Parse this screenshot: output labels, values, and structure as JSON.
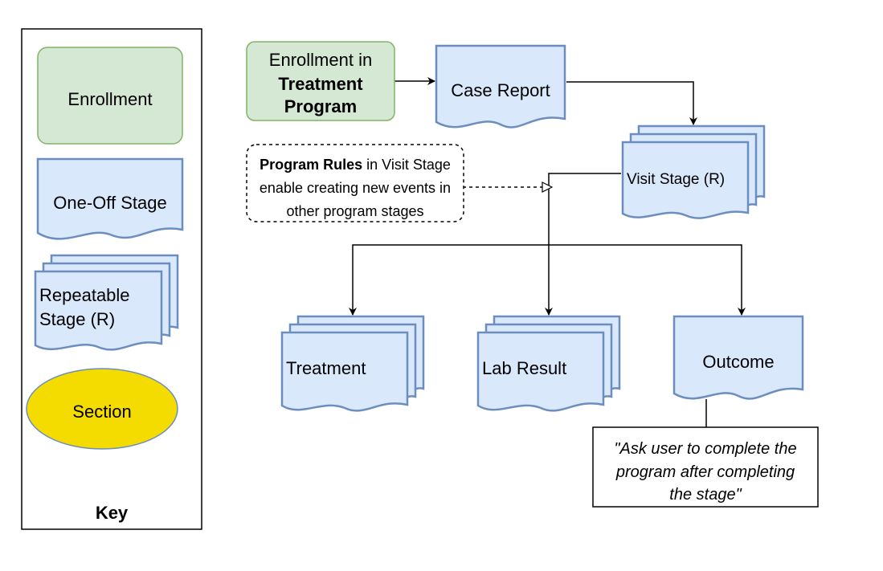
{
  "colors": {
    "stage_fill": "#dae8fc",
    "stage_stroke": "#6c8ebf",
    "enrollment_fill": "#d5e8d4",
    "enrollment_stroke": "#82b366",
    "section_fill": "#f5dc00",
    "section_stroke": "#6c8ebf",
    "line": "#000000"
  },
  "key": {
    "title": "Key",
    "enrollment": "Enrollment",
    "one_off": "One-Off Stage",
    "repeatable_line1": "Repeatable",
    "repeatable_line2": "Stage (R)",
    "section": "Section"
  },
  "nodes": {
    "enrollment": {
      "line1": "Enrollment in",
      "line2": "Treatment",
      "line3": "Program"
    },
    "case_report": "Case Report",
    "visit_stage": "Visit Stage (R)",
    "treatment": "Treatment",
    "lab_result": "Lab Result",
    "outcome": "Outcome"
  },
  "program_rules_note": {
    "bold": "Program Rules",
    "rest": " in Visit Stage",
    "line2": "enable creating new events in",
    "line3": "other program stages"
  },
  "outcome_note": {
    "line1": "\"Ask user to complete the",
    "line2": "program after completing",
    "line3": "the stage\""
  }
}
